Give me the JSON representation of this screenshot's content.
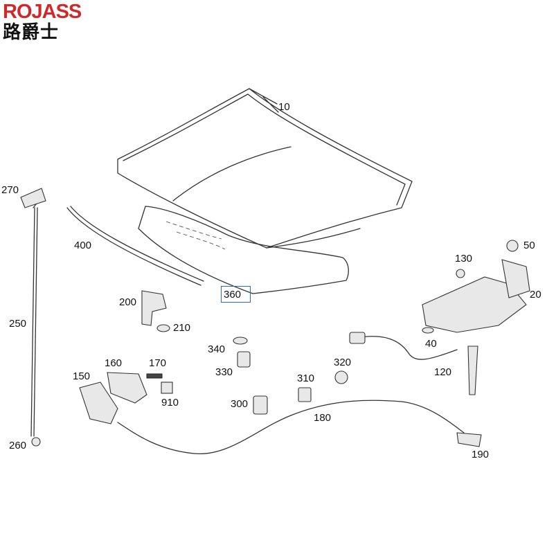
{
  "brand": {
    "name_en": "ROJASS",
    "name_cn": "路爵士"
  },
  "callouts": [
    {
      "id": "p10",
      "label": "10"
    },
    {
      "id": "p20",
      "label": "20"
    },
    {
      "id": "p40",
      "label": "40"
    },
    {
      "id": "p50",
      "label": "50"
    },
    {
      "id": "p120",
      "label": "120"
    },
    {
      "id": "p130",
      "label": "130"
    },
    {
      "id": "p150",
      "label": "150"
    },
    {
      "id": "p160",
      "label": "160"
    },
    {
      "id": "p170",
      "label": "170"
    },
    {
      "id": "p180",
      "label": "180"
    },
    {
      "id": "p190",
      "label": "190"
    },
    {
      "id": "p200",
      "label": "200"
    },
    {
      "id": "p210",
      "label": "210"
    },
    {
      "id": "p250",
      "label": "250"
    },
    {
      "id": "p260",
      "label": "260"
    },
    {
      "id": "p270",
      "label": "270"
    },
    {
      "id": "p300",
      "label": "300"
    },
    {
      "id": "p310",
      "label": "310"
    },
    {
      "id": "p320",
      "label": "320"
    },
    {
      "id": "p330",
      "label": "330"
    },
    {
      "id": "p340",
      "label": "340"
    },
    {
      "id": "p360",
      "label": "360",
      "highlighted": true
    },
    {
      "id": "p400",
      "label": "400"
    },
    {
      "id": "p910",
      "label": "910"
    }
  ],
  "colors": {
    "brand_red": "#cf2a2a",
    "highlight_box": "#2a6db5",
    "line": "#333333"
  }
}
